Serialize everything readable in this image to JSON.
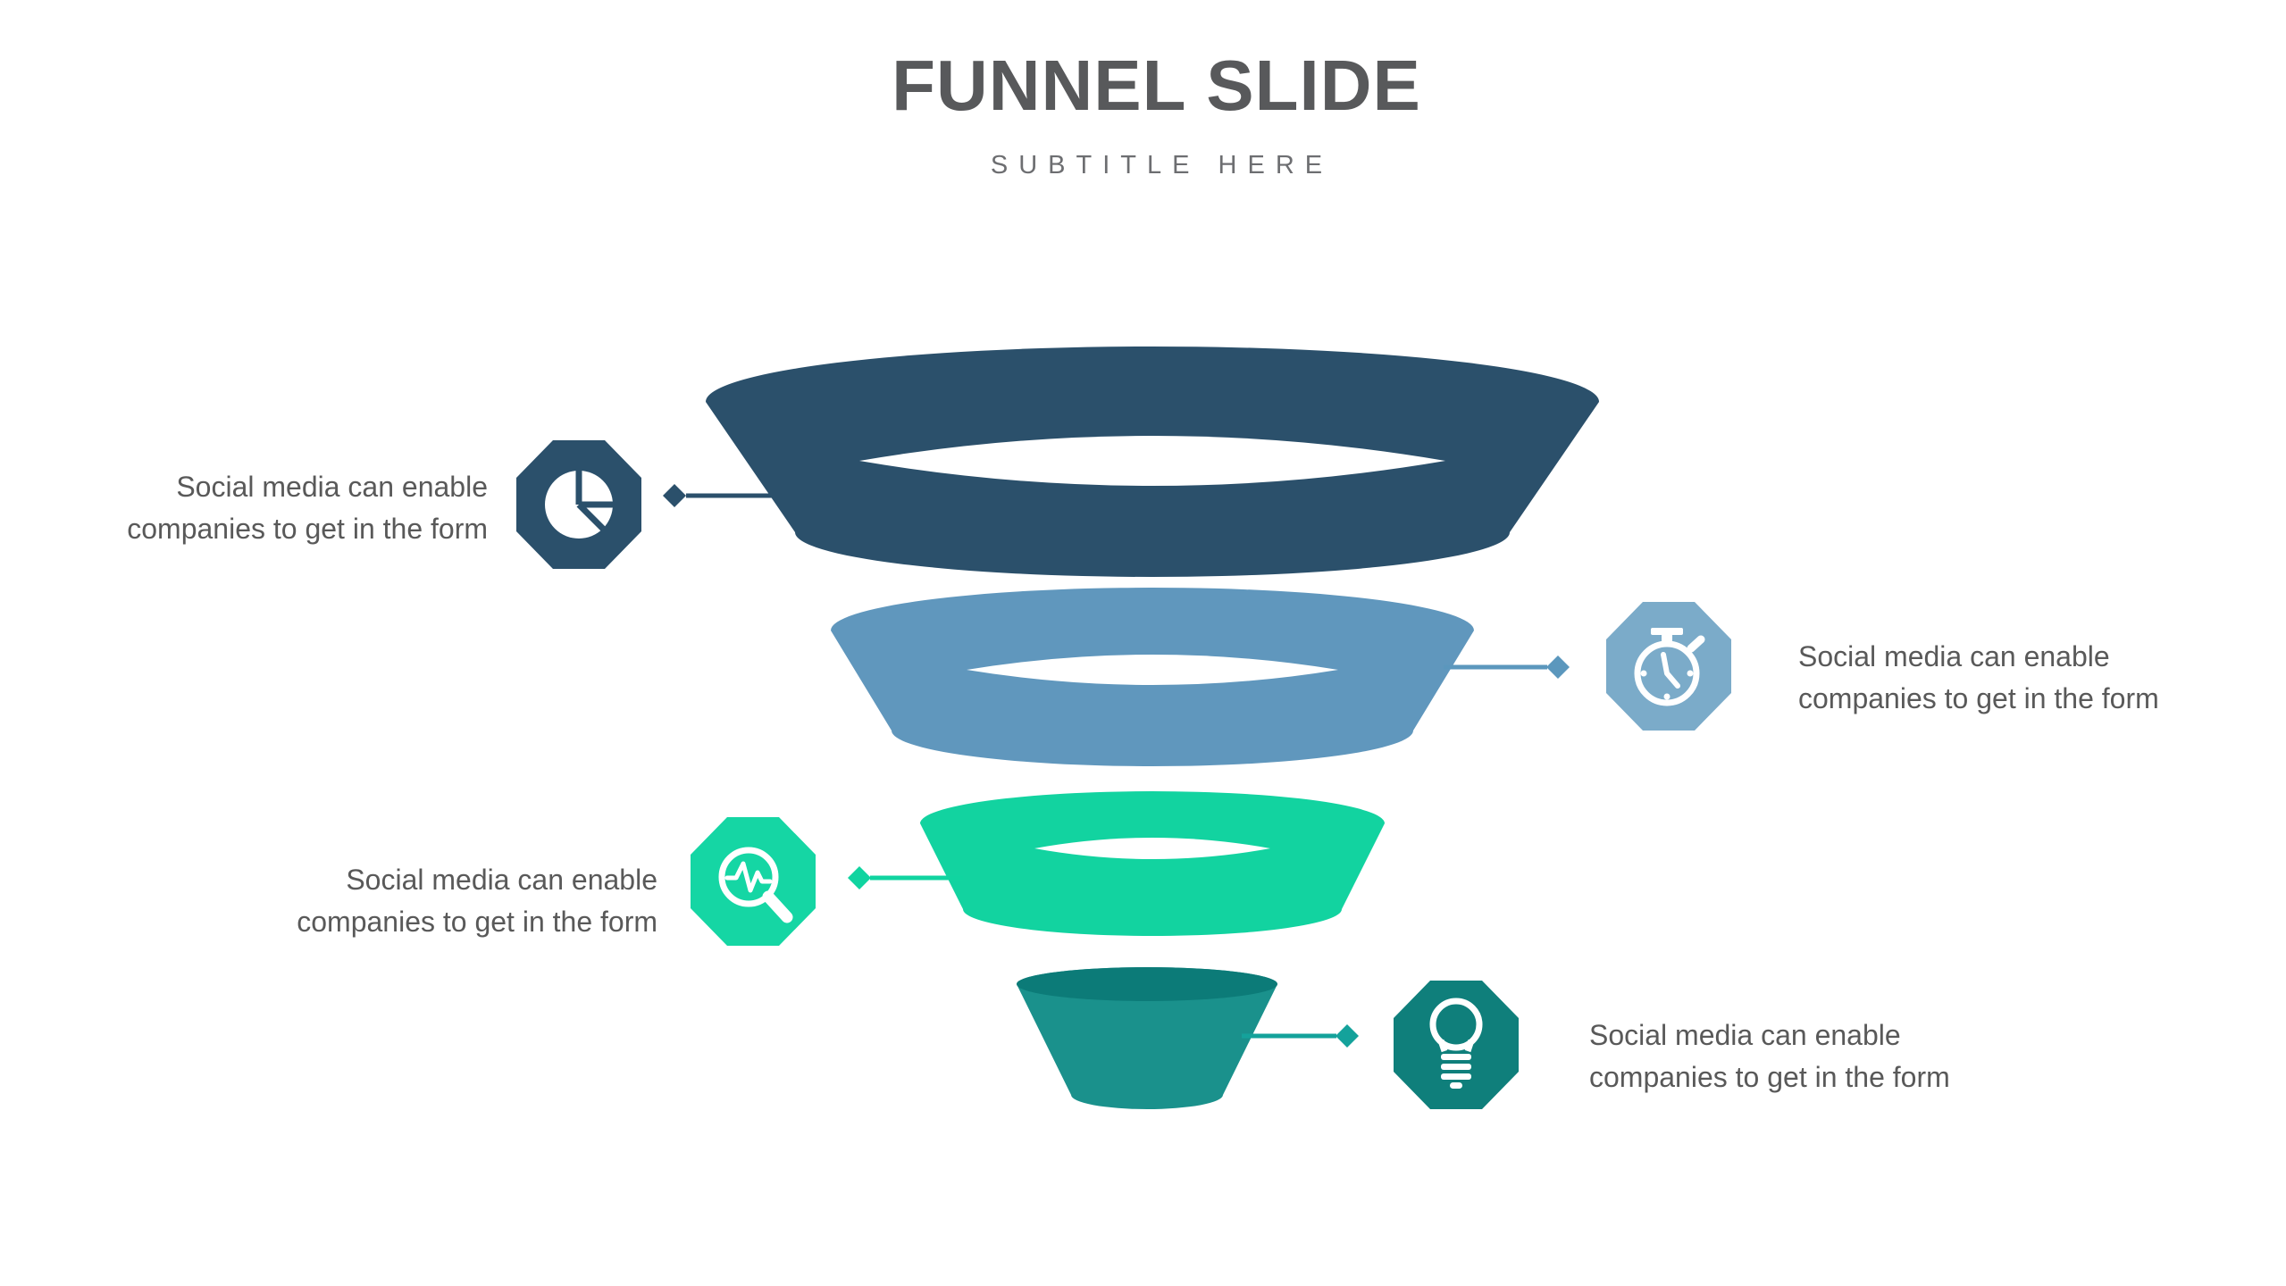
{
  "slide": {
    "title": "FUNNEL SLIDE",
    "subtitle": "SUBTITLE HERE",
    "title_color": "#58595B",
    "subtitle_color": "#6D6E71",
    "body_text_color": "#595959",
    "background_color": "#FFFFFF"
  },
  "funnel": {
    "levels": [
      {
        "name": "level-1",
        "color": "#2B506B"
      },
      {
        "name": "level-2",
        "color": "#6097BD"
      },
      {
        "name": "level-3",
        "color": "#12D3A0"
      },
      {
        "name": "level-4",
        "color": "#1A918C",
        "top_color": "#0C7B78"
      }
    ]
  },
  "items": [
    {
      "side": "left",
      "icon": "pie-chart-icon",
      "badge_color": "#2B506B",
      "connector_color": "#2B506B",
      "text": "Social media can enable companies to get in the form"
    },
    {
      "side": "right",
      "icon": "stopwatch-icon",
      "badge_color": "#7BABC9",
      "connector_color": "#5B97BD",
      "text": "Social media can enable companies to get in the form"
    },
    {
      "side": "left",
      "icon": "magnifier-pulse-icon",
      "badge_color": "#15D6A4",
      "connector_color": "#10D4A0",
      "text": "Social media can enable companies to get in the form"
    },
    {
      "side": "right",
      "icon": "lightbulb-icon",
      "badge_color": "#0F7F7B",
      "connector_color": "#14A29B",
      "text": "Social media can enable companies to get in the form"
    }
  ]
}
